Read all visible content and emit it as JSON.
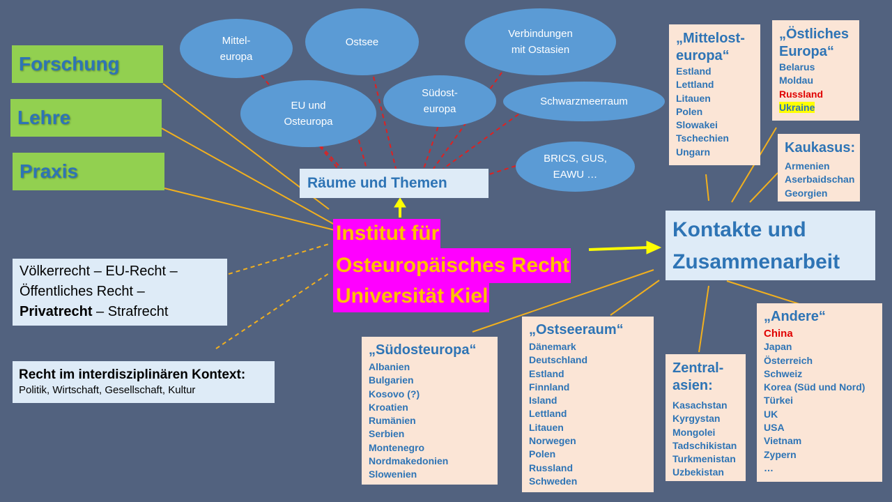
{
  "left_boxes": {
    "forschung": "Forschung",
    "lehre": "Lehre",
    "praxis": "Praxis"
  },
  "ellipses": {
    "mitteleuropa_1": "Mittel-",
    "mitteleuropa_2": "europa",
    "ostsee": "Ostsee",
    "verbindungen_1": "Verbindungen",
    "verbindungen_2": "mit Ostasien",
    "eu_1": "EU und",
    "eu_2": "Osteuropa",
    "suedost_1": "Südost-",
    "suedost_2": "europa",
    "schwarzmeer": "Schwarzmeerraum",
    "brics_1": "BRICS, GUS,",
    "brics_2": "EAWU …"
  },
  "raeume": "Räume und Themen",
  "institut": {
    "line1": "Institut für",
    "line2": "Osteuropäisches Recht",
    "line3": "Universität Kiel"
  },
  "kontakte": {
    "line1": "Kontakte und",
    "line2": "Zusammenarbeit"
  },
  "recht": {
    "line1": "Völkerrecht – EU-Recht –",
    "line2": "Öffentliches Recht –",
    "line3_bold": "Privatrecht",
    "line3_rest": " – Strafrecht"
  },
  "interdisziplinaer": {
    "title": "Recht im interdisziplinären Kontext:",
    "subtitle": "Politik, Wirtschaft, Gesellschaft, Kultur"
  },
  "mittelost": {
    "title_1": "„Mittelost-",
    "title_2": "europa“",
    "items": [
      "Estland",
      "Lettland",
      "Litauen",
      "Polen",
      "Slowakei",
      "Tschechien",
      "Ungarn"
    ]
  },
  "oestliches": {
    "title_1": "„Östliches",
    "title_2": "Europa“",
    "items": [
      "Belarus",
      "Moldau",
      "Russland",
      "Ukraine"
    ],
    "highlight_red": "#e00000",
    "highlight_yellow": "#ffff00"
  },
  "kaukasus": {
    "title": "Kaukasus:",
    "items": [
      "Armenien",
      "Aserbaidschan",
      "Georgien"
    ]
  },
  "suedosteuropa": {
    "title": "„Südosteuropa“",
    "items": [
      "Albanien",
      "Bulgarien",
      "Kosovo (?)",
      "Kroatien",
      "Rumänien",
      "Serbien",
      "Montenegro",
      "Nordmakedonien",
      "Slowenien"
    ]
  },
  "ostseeraum": {
    "title": "„Ostseeraum“",
    "items": [
      "Dänemark",
      "Deutschland",
      "Estland",
      "Finnland",
      "Island",
      "Lettland",
      "Litauen",
      "Norwegen",
      "Polen",
      "Russland",
      "Schweden"
    ]
  },
  "zentralasien": {
    "title_1": "Zentral-",
    "title_2": "asien:",
    "items": [
      "Kasachstan",
      "Kyrgystan",
      "Mongolei",
      "Tadschikistan",
      "Turkmenistan",
      "Uzbekistan"
    ]
  },
  "andere": {
    "title": "„Andere“",
    "items": [
      "China",
      "Japan",
      "Österreich",
      "Schweiz",
      "Korea (Süd und Nord)",
      "Türkei",
      "UK",
      "USA",
      "Vietnam",
      "Zypern",
      "…"
    ]
  },
  "colors": {
    "background": "#52627f",
    "accent_green": "#92d050",
    "accent_blue": "#2e74b5",
    "ellipse_blue": "#5b9bd5",
    "peach": "#fbe5d6",
    "magenta": "#ff00ff",
    "gold": "#ffc000",
    "connector": "#f2b01e",
    "dashed_red": "#e02020",
    "arrow_yellow": "#ffff00"
  }
}
